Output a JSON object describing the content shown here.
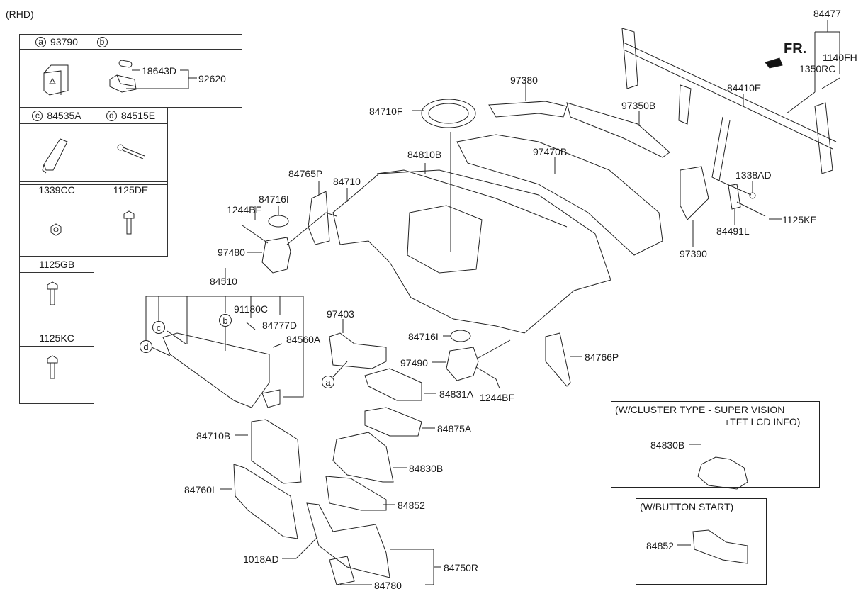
{
  "diagram": {
    "variant_label": "(RHD)",
    "front_indicator": "FR.",
    "legend_table": {
      "cells": [
        {
          "callout": "a",
          "part": "93790",
          "icon": "hazard-switch-icon"
        },
        {
          "callout": "b",
          "part": "",
          "icon": "bulb-lamp-icon",
          "sub_parts": [
            "18643D",
            "92620"
          ]
        },
        {
          "callout": "c",
          "part": "84535A",
          "icon": "glove-box-damper-icon"
        },
        {
          "callout": "d",
          "part": "84515E",
          "icon": "glove-box-pin-icon"
        },
        {
          "callout": "",
          "part": "1339CC",
          "icon": "nut-icon"
        },
        {
          "callout": "",
          "part": "1125DE",
          "icon": "bolt-icon"
        },
        {
          "callout": "",
          "part": "1125GB",
          "icon": "bolt-icon"
        },
        {
          "callout": "",
          "part": "1125KC",
          "icon": "bolt-icon"
        }
      ]
    },
    "parts": {
      "p84477": "84477",
      "p1140FH": "1140FH",
      "p1350RC": "1350RC",
      "p84410E": "84410E",
      "p97380": "97380",
      "p97350B": "97350B",
      "p84710F": "84710F",
      "p84810B": "84810B",
      "p97470B": "97470B",
      "p84765P": "84765P",
      "p84710": "84710",
      "p84716I_top": "84716I",
      "p1244BF_top": "1244BF",
      "p97480": "97480",
      "p1338AD": "1338AD",
      "p1125KE": "1125KE",
      "p84491L": "84491L",
      "p97390": "97390",
      "p84510": "84510",
      "p91180C": "91180C",
      "p84777D": "84777D",
      "p84560A": "84560A",
      "p97403": "97403",
      "p84716I_mid": "84716I",
      "p97490": "97490",
      "p84766P": "84766P",
      "p84831A": "84831A",
      "p1244BF_mid": "1244BF",
      "p84875A": "84875A",
      "p84710B": "84710B",
      "p84830B": "84830B",
      "p84760I": "84760I",
      "p84852": "84852",
      "p1018AD": "1018AD",
      "p84750R": "84750R",
      "p84780": "84780"
    },
    "callouts": {
      "b": "b",
      "c": "c",
      "d": "d",
      "a": "a"
    },
    "option_boxes": [
      {
        "title_line1": "(W/CLUSTER TYPE - SUPER VISION",
        "title_line2": "+TFT LCD INFO)",
        "part": "84830B"
      },
      {
        "title_line1": "(W/BUTTON START)",
        "part": "84852"
      }
    ]
  }
}
